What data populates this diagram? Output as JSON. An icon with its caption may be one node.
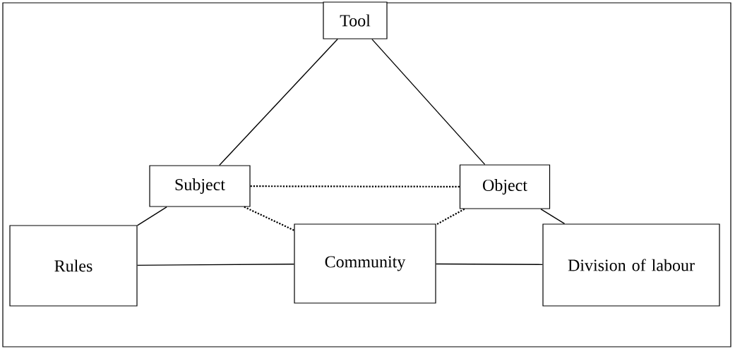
{
  "diagram": {
    "nodes": [
      {
        "text": [
          "Tool"
        ]
      },
      {
        "text": [
          "Subject"
        ]
      },
      {
        "text": [
          "Object"
        ]
      },
      {
        "text": [
          "Rules"
        ]
      },
      {
        "text": [
          "Community"
        ]
      },
      {
        "text": [
          "Division of labour"
        ]
      }
    ],
    "edges": [
      {
        "from": 1,
        "to": 0,
        "arrow": "none"
      },
      {
        "from": 0,
        "to": 2,
        "arrow": "none"
      },
      {
        "from": 1,
        "to": 2,
        "arrow": "none",
        "style": "dashed"
      },
      {
        "from": 1,
        "to": 3,
        "arrow": "none"
      },
      {
        "from": 2,
        "to": 5,
        "arrow": "none"
      },
      {
        "from": 1,
        "to": 4,
        "arrow": "none",
        "style": "dashed"
      },
      {
        "from": 2,
        "to": 4,
        "arrow": "none",
        "style": "dashed"
      },
      {
        "from": 3,
        "to": 4,
        "arrow": "none"
      },
      {
        "from": 4,
        "to": 5,
        "arrow": "none"
      }
    ]
  }
}
